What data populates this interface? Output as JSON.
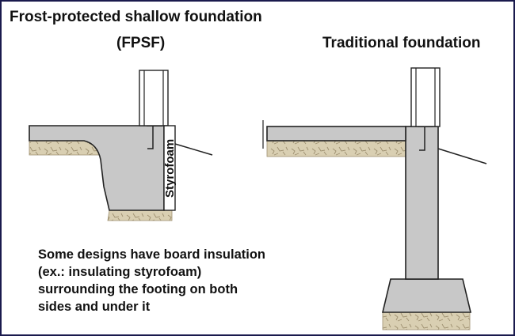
{
  "fpsf": {
    "title": "Frost-protected shallow foundation",
    "subtitle": "(FPSF)",
    "insulation_label": "Styrofoam"
  },
  "traditional": {
    "title": "Traditional foundation"
  },
  "note_lines": [
    "Some designs have board insulation",
    "(ex.: insulating styrofoam)",
    "surrounding the footing on both",
    "sides and under it"
  ],
  "colors": {
    "frame": "#1a1a4d",
    "concrete": "#c8c8c8",
    "gravel": "#d9cfb2",
    "outline": "#222222",
    "insulation": "#ffffff"
  }
}
